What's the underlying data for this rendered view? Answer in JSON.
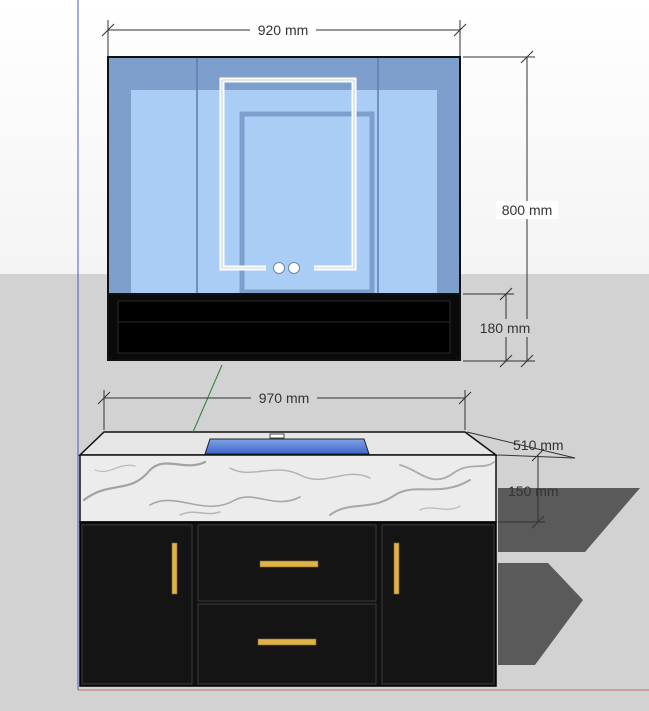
{
  "dimensions": {
    "mirror_width": "920 mm",
    "mirror_height": "800 mm",
    "shelf_height": "180 mm",
    "vanity_width": "970 mm",
    "counter_depth": "510 mm",
    "counter_thickness": "150 mm"
  },
  "colors": {
    "sky": "#ffffff",
    "ground": "#d2d2d2",
    "mirror_glass": "#a9cdf4",
    "mirror_frame": "#7e9fcb",
    "led_strip": "#ffffff",
    "shelf": "#0a0a0a",
    "marble": "#e8e8e8",
    "cabinet": "#111111",
    "handle": "#e0b24a",
    "shadow": "#5a5a5a",
    "dimension_line": "#333333"
  }
}
